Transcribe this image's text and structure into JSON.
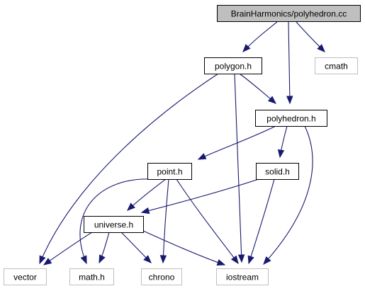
{
  "graph": {
    "colors": {
      "edge": "#191970",
      "root_fill": "#bfbfbf",
      "box_border": "#000000",
      "external_border": "#bfbfbf",
      "background": "#ffffff"
    },
    "nodes": [
      {
        "id": "root",
        "label": "BrainHarmonics/polyhedron.cc",
        "kind": "root"
      },
      {
        "id": "polygon_h",
        "label": "polygon.h",
        "kind": "local"
      },
      {
        "id": "cmath",
        "label": "cmath",
        "kind": "external"
      },
      {
        "id": "polyhedron_h",
        "label": "polyhedron.h",
        "kind": "local"
      },
      {
        "id": "point_h",
        "label": "point.h",
        "kind": "local"
      },
      {
        "id": "solid_h",
        "label": "solid.h",
        "kind": "local"
      },
      {
        "id": "universe_h",
        "label": "universe.h",
        "kind": "local"
      },
      {
        "id": "vector",
        "label": "vector",
        "kind": "external"
      },
      {
        "id": "math_h",
        "label": "math.h",
        "kind": "external"
      },
      {
        "id": "chrono",
        "label": "chrono",
        "kind": "external"
      },
      {
        "id": "iostream",
        "label": "iostream",
        "kind": "external"
      }
    ],
    "edges": [
      {
        "from": "root",
        "to": "polygon_h"
      },
      {
        "from": "root",
        "to": "polyhedron_h"
      },
      {
        "from": "root",
        "to": "cmath"
      },
      {
        "from": "polygon_h",
        "to": "polyhedron_h"
      },
      {
        "from": "polygon_h",
        "to": "vector"
      },
      {
        "from": "polygon_h",
        "to": "iostream"
      },
      {
        "from": "polyhedron_h",
        "to": "point_h"
      },
      {
        "from": "polyhedron_h",
        "to": "solid_h"
      },
      {
        "from": "polyhedron_h",
        "to": "iostream"
      },
      {
        "from": "point_h",
        "to": "universe_h"
      },
      {
        "from": "point_h",
        "to": "math_h"
      },
      {
        "from": "point_h",
        "to": "chrono"
      },
      {
        "from": "point_h",
        "to": "iostream"
      },
      {
        "from": "solid_h",
        "to": "universe_h"
      },
      {
        "from": "solid_h",
        "to": "iostream"
      },
      {
        "from": "universe_h",
        "to": "vector"
      },
      {
        "from": "universe_h",
        "to": "math_h"
      },
      {
        "from": "universe_h",
        "to": "chrono"
      },
      {
        "from": "universe_h",
        "to": "iostream"
      }
    ]
  }
}
